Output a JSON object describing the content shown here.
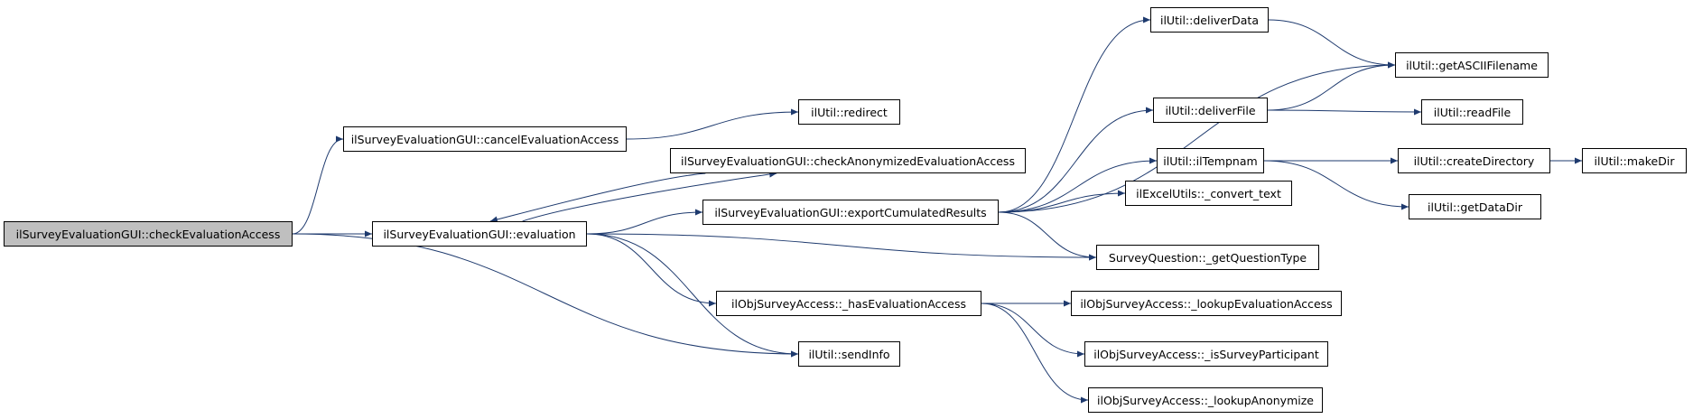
{
  "diagram": {
    "type": "call-graph",
    "colors": {
      "root_fill": "#bfbfbf",
      "node_fill": "#ffffff",
      "edge": "#1e3a6e",
      "border": "#000000"
    },
    "nodes": {
      "n0": "ilSurveyEvaluationGUI::checkEvaluationAccess",
      "n1": "ilSurveyEvaluationGUI::cancelEvaluationAccess",
      "n2": "ilSurveyEvaluationGUI::evaluation",
      "n3": "ilUtil::sendInfo",
      "n4": "ilUtil::redirect",
      "n5": "ilSurveyEvaluationGUI::checkAnonymizedEvaluationAccess",
      "n6": "ilSurveyEvaluationGUI::exportCumulatedResults",
      "n7": "ilObjSurveyAccess::_hasEvaluationAccess",
      "n8": "SurveyQuestion::_getQuestionType",
      "n9": "ilUtil::deliverData",
      "n10": "ilUtil::getASCIIFilename",
      "n11": "ilUtil::deliverFile",
      "n12": "ilUtil::readFile",
      "n13": "ilUtil::ilTempnam",
      "n14": "ilUtil::createDirectory",
      "n15": "ilUtil::makeDir",
      "n16": "ilUtil::getDataDir",
      "n17": "ilExcelUtils::_convert_text",
      "n18": "ilObjSurveyAccess::_lookupEvaluationAccess",
      "n19": "ilObjSurveyAccess::_isSurveyParticipant",
      "n20": "ilObjSurveyAccess::_lookupAnonymize"
    },
    "edges": [
      [
        "n0",
        "n1"
      ],
      [
        "n0",
        "n2"
      ],
      [
        "n0",
        "n3"
      ],
      [
        "n1",
        "n4"
      ],
      [
        "n2",
        "n5"
      ],
      [
        "n2",
        "n6"
      ],
      [
        "n2",
        "n7"
      ],
      [
        "n2",
        "n8"
      ],
      [
        "n2",
        "n3"
      ],
      [
        "n5",
        "n2"
      ],
      [
        "n6",
        "n9"
      ],
      [
        "n6",
        "n10"
      ],
      [
        "n6",
        "n11"
      ],
      [
        "n6",
        "n13"
      ],
      [
        "n6",
        "n17"
      ],
      [
        "n6",
        "n8"
      ],
      [
        "n9",
        "n10"
      ],
      [
        "n11",
        "n10"
      ],
      [
        "n11",
        "n12"
      ],
      [
        "n13",
        "n14"
      ],
      [
        "n13",
        "n16"
      ],
      [
        "n14",
        "n15"
      ],
      [
        "n7",
        "n18"
      ],
      [
        "n7",
        "n19"
      ],
      [
        "n7",
        "n20"
      ]
    ]
  }
}
